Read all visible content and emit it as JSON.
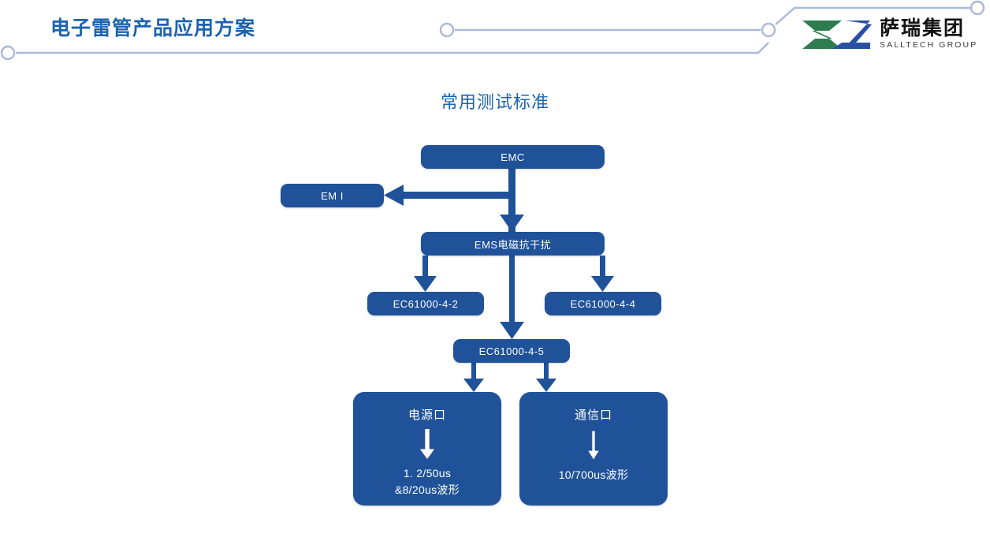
{
  "header": {
    "title": "电子雷管产品应用方案",
    "accent_color": "#1C63B0",
    "deco_line_color": "#A9B8DB"
  },
  "logo": {
    "mark_name": "salltech-sz-logo-mark",
    "mark_colors": {
      "green": "#2E7D4F",
      "blue": "#2B4FA2"
    },
    "name_cn": "萨瑞集团",
    "name_en": "SALLTECH GROUP"
  },
  "content": {
    "heading": "常用测试标准"
  },
  "chart_data": {
    "type": "diagram",
    "title": "常用测试标准",
    "node_fill": "#20529A",
    "node_text_color": "#FFFFFF",
    "connector_color": "#20529A",
    "nodes": [
      {
        "id": "emc",
        "label": "EMC"
      },
      {
        "id": "emi",
        "label": "EM I"
      },
      {
        "id": "ems",
        "label": "EMS电磁抗干扰"
      },
      {
        "id": "iec42",
        "label": "EC61000-4-2"
      },
      {
        "id": "iec44",
        "label": "EC61000-4-4"
      },
      {
        "id": "iec45",
        "label": "EC61000-4-5"
      },
      {
        "id": "power",
        "title": "电源口",
        "arrow": "down-arrow",
        "caption_line1": "1. 2/50us",
        "caption_line2": "&8/20us波形"
      },
      {
        "id": "comm",
        "title": "通信口",
        "arrow": "down-arrow",
        "caption_line1": "10/700us波形",
        "caption_line2": ""
      }
    ],
    "edges": [
      {
        "from": "emc",
        "to": "emi",
        "style": "elbow-left-arrow"
      },
      {
        "from": "emc",
        "to": "ems",
        "style": "straight-down-arrow"
      },
      {
        "from": "ems",
        "to": "iec42",
        "style": "straight-down-arrow"
      },
      {
        "from": "ems",
        "to": "iec45",
        "style": "straight-down-arrow"
      },
      {
        "from": "ems",
        "to": "iec44",
        "style": "straight-down-arrow"
      },
      {
        "from": "iec45",
        "to": "power",
        "style": "straight-down-arrow"
      },
      {
        "from": "iec45",
        "to": "comm",
        "style": "straight-down-arrow"
      }
    ]
  }
}
